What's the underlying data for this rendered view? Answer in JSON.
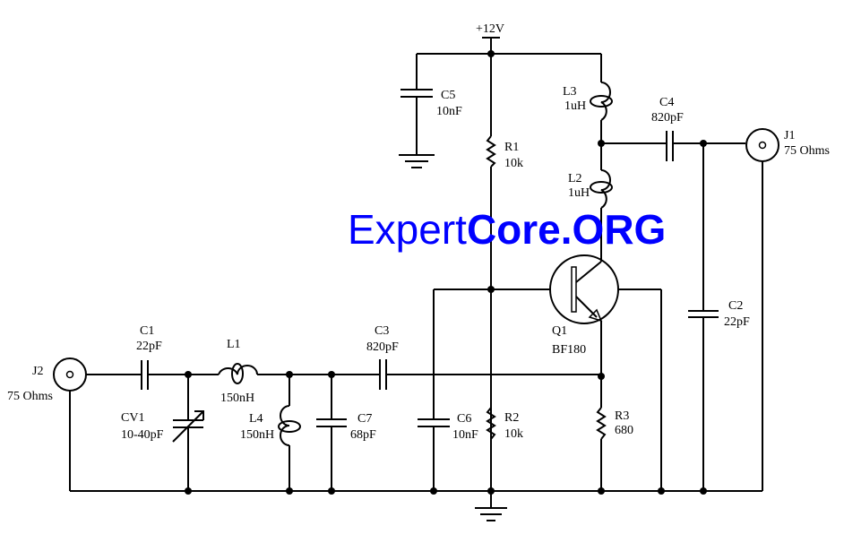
{
  "diagram": {
    "title": "VHF amplifier schematic",
    "watermark": {
      "part1": "Expert",
      "part2": "Core",
      "part3": ".ORG",
      "color": "#0000ff"
    },
    "supply": {
      "label": "+12V"
    },
    "components": {
      "J1": {
        "ref": "J1",
        "value": "75 Ohms",
        "type": "coax-connector"
      },
      "J2": {
        "ref": "J2",
        "value": "75 Ohms",
        "type": "coax-connector"
      },
      "C1": {
        "ref": "C1",
        "value": "22pF",
        "type": "capacitor"
      },
      "C2": {
        "ref": "C2",
        "value": "22pF",
        "type": "capacitor"
      },
      "C3": {
        "ref": "C3",
        "value": "820pF",
        "type": "capacitor"
      },
      "C4": {
        "ref": "C4",
        "value": "820pF",
        "type": "capacitor"
      },
      "C5": {
        "ref": "C5",
        "value": "10nF",
        "type": "capacitor"
      },
      "C6": {
        "ref": "C6",
        "value": "10nF",
        "type": "capacitor"
      },
      "C7": {
        "ref": "C7",
        "value": "68pF",
        "type": "capacitor"
      },
      "CV1": {
        "ref": "CV1",
        "value": "10-40pF",
        "type": "variable-capacitor"
      },
      "L1": {
        "ref": "L1",
        "value": "150nH",
        "type": "inductor"
      },
      "L2": {
        "ref": "L2",
        "value": "1uH",
        "type": "inductor"
      },
      "L3": {
        "ref": "L3",
        "value": "1uH",
        "type": "inductor"
      },
      "L4": {
        "ref": "L4",
        "value": "150nH",
        "type": "inductor"
      },
      "R1": {
        "ref": "R1",
        "value": "10k",
        "type": "resistor"
      },
      "R2": {
        "ref": "R2",
        "value": "10k",
        "type": "resistor"
      },
      "R3": {
        "ref": "R3",
        "value": "680",
        "type": "resistor"
      },
      "Q1": {
        "ref": "Q1",
        "value": "BF180",
        "type": "npn-transistor"
      }
    }
  }
}
